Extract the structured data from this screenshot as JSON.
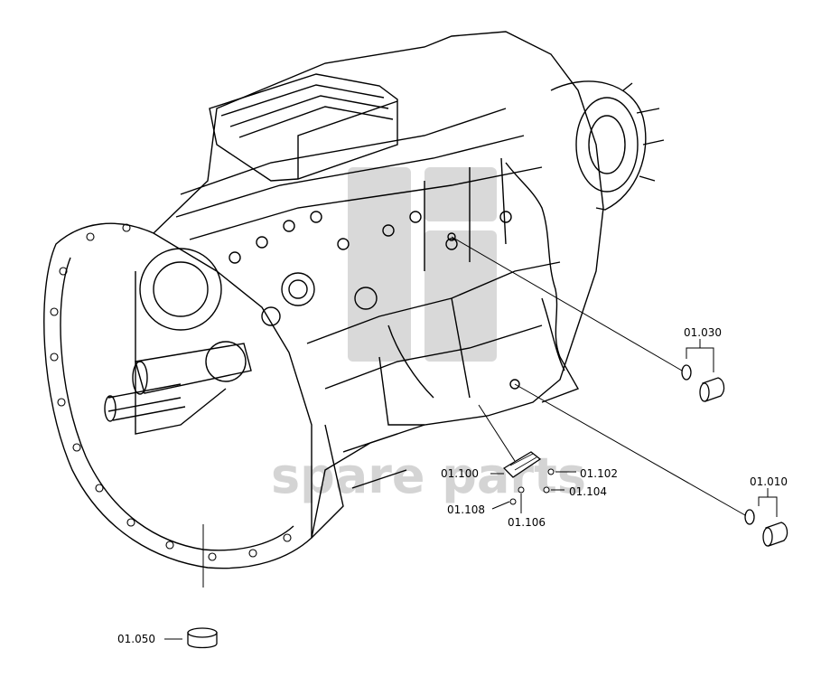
{
  "diagram": {
    "watermark": "spare parts",
    "callouts": {
      "p01_030": "01.030",
      "p01_010": "01.010",
      "p01_100": "01.100",
      "p01_102": "01.102",
      "p01_104": "01.104",
      "p01_106": "01.106",
      "p01_108": "01.108",
      "p01_050": "01.050"
    }
  }
}
